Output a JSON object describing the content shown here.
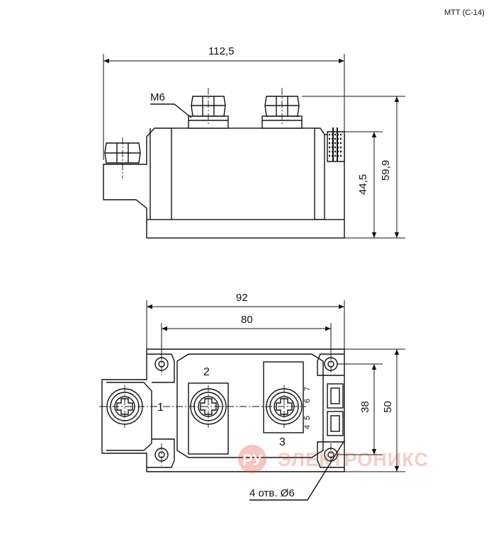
{
  "header": {
    "model": "МТТ (С-14)"
  },
  "side_view": {
    "thread_label": "M6",
    "dims": {
      "length": "112,5",
      "height_inner": "44,5",
      "height_total": "59,9"
    }
  },
  "top_view": {
    "dims": {
      "width_outer": "92",
      "width_holes": "80",
      "depth_holes": "38",
      "depth_total": "50"
    },
    "terminals": {
      "t1": "1",
      "t2": "2",
      "t3": "3"
    },
    "pins": {
      "p4": "4",
      "p5": "5",
      "p6": "6",
      "p7": "7"
    },
    "holes_note": "4 отв. Ø6"
  },
  "watermark": {
    "text": "ЭЛЕКТРОНИКС",
    "logo": "РУ"
  },
  "colors": {
    "line": "#111111",
    "body_fill": "#ffffff",
    "watermark": "#e04a3a"
  }
}
